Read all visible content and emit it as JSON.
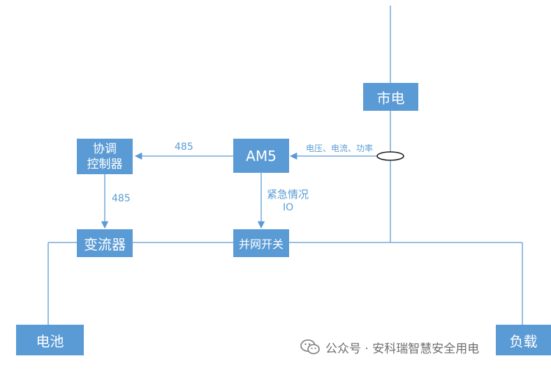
{
  "nodes": {
    "grid": "市电",
    "am5": "AM5",
    "coordinator_line1": "协调",
    "coordinator_line2": "控制器",
    "pcs": "变流器",
    "switch": "并网开关",
    "battery": "电池",
    "load": "负载"
  },
  "edge_labels": {
    "measure": "电压、电流、功率",
    "am5_to_coord": "485",
    "coord_to_pcs": "485",
    "emergency": "紧急情况",
    "io": "IO"
  },
  "watermark": {
    "text": "公众号 · 安科瑞智慧安全用电"
  },
  "colors": {
    "box": "#5b9bd5",
    "line": "#5b9bd5",
    "text_on_box": "#ffffff"
  }
}
